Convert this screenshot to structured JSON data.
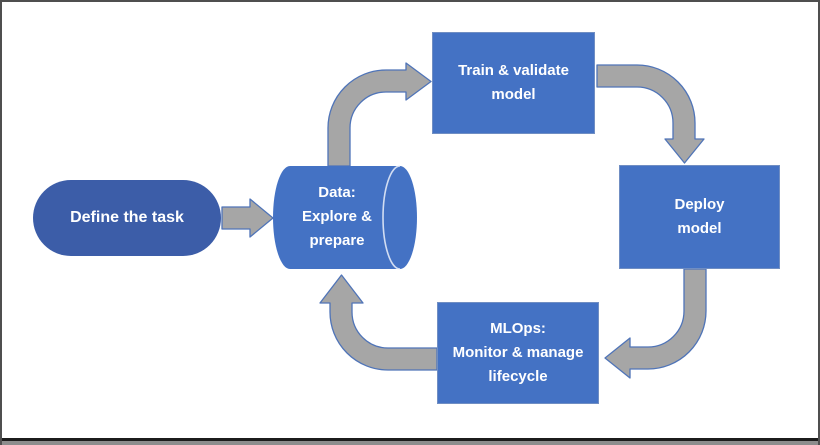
{
  "diagram": {
    "description": "Machine learning lifecycle flow diagram",
    "nodes": {
      "define": {
        "label": "Define the task",
        "shape": "stadium"
      },
      "data": {
        "label": "Data:\nExplore &\nprepare",
        "shape": "cylinder"
      },
      "train": {
        "label": "Train & validate\nmodel",
        "shape": "rectangle"
      },
      "deploy": {
        "label": "Deploy\nmodel",
        "shape": "rectangle"
      },
      "mlops": {
        "label": "MLOps:\nMonitor & manage\nlifecycle",
        "shape": "rectangle"
      }
    },
    "connections": [
      {
        "from": "define",
        "to": "data",
        "style": "striped-right-arrow"
      },
      {
        "from": "data",
        "to": "train",
        "style": "curved-up-right-arrow"
      },
      {
        "from": "train",
        "to": "deploy",
        "style": "curved-right-down-arrow"
      },
      {
        "from": "deploy",
        "to": "mlops",
        "style": "curved-down-left-arrow"
      },
      {
        "from": "mlops",
        "to": "data",
        "style": "curved-left-up-arrow"
      }
    ],
    "colors": {
      "node_fill": "#4472C4",
      "start_node_fill": "#3C5DA8",
      "arrow_fill": "#A6A6A6",
      "arrow_stroke": "#4F74B8",
      "label_text": "#FFFFFF",
      "background": "#FFFFFF",
      "frame_border": "#4F4F4F"
    }
  }
}
